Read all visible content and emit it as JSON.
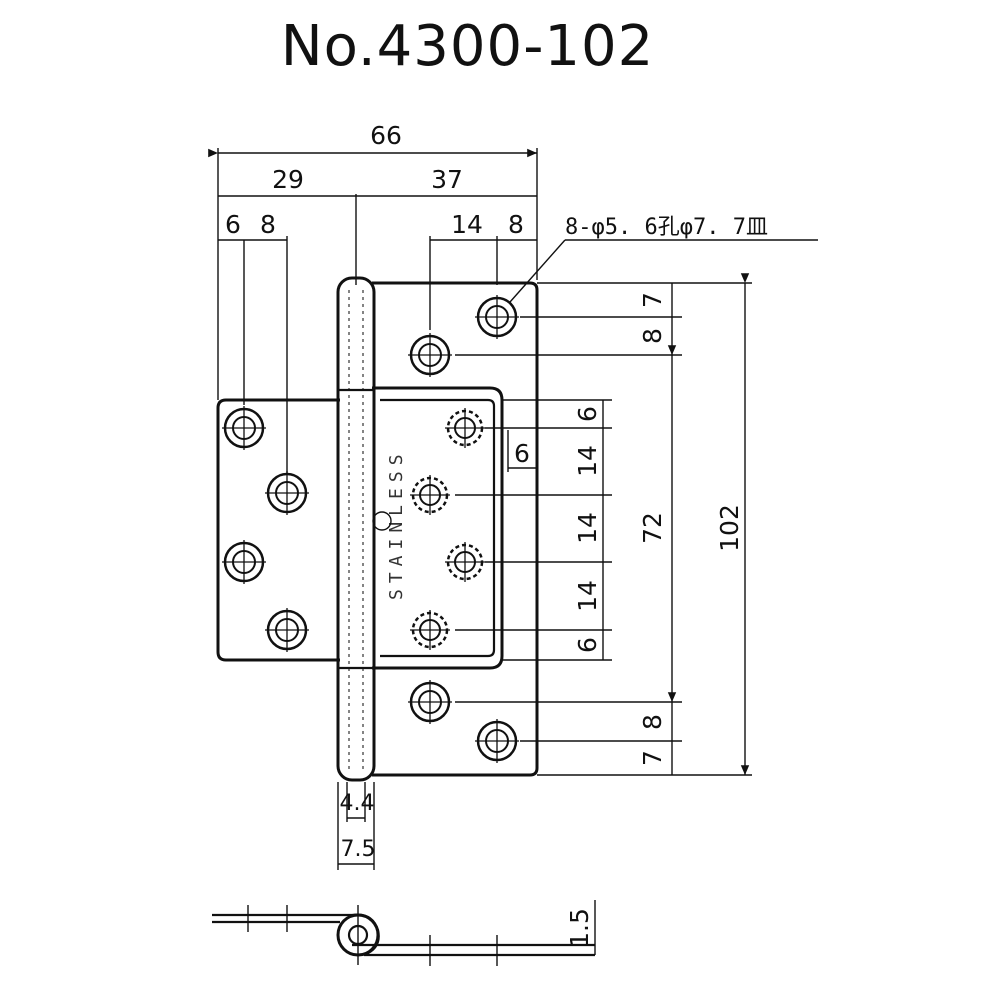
{
  "drawing": {
    "title": "No.4300-102",
    "stamp": "STAINLESS",
    "callout": "8-φ5. 6孔φ7. 7皿",
    "dims": {
      "overall_width": "66",
      "left_leaf": "29",
      "right_leaf": "37",
      "left_hole_offset_a": "6",
      "left_hole_offset_b": "8",
      "right_hole_offset_a": "14",
      "right_hole_offset_b": "8",
      "top_hole_a": "7",
      "top_hole_b": "8",
      "inner_top": "6",
      "inner_mid_1": "14",
      "inner_mid_2": "14",
      "inner_mid_3": "14",
      "inner_bottom": "6",
      "inner_height": "72",
      "overall_height": "102",
      "bottom_hole_a": "7",
      "bottom_hole_b": "8",
      "notch": "6",
      "pin_dia": "4.4",
      "knuckle_dia": "7.5",
      "thickness": "1.5"
    }
  }
}
